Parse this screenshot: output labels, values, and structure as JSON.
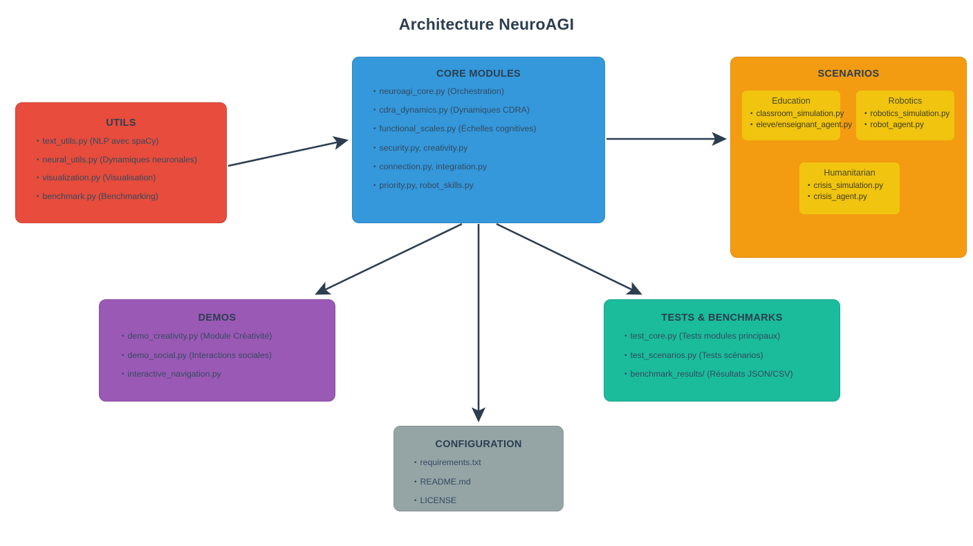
{
  "title": "Architecture NeuroAGI",
  "colors": {
    "utils": "#e74c3c",
    "core": "#3498db",
    "scenarios": "#f39c12",
    "subnode": "#f1c40f",
    "demos": "#9b59b6",
    "tests": "#1abc9c",
    "config": "#95a5a6",
    "edge": "#2c3e50",
    "dashed_edge": "#d8d8d0",
    "title_text": "#2c3e50"
  },
  "nodes": {
    "utils": {
      "title": "UTILS",
      "items": [
        "text_utils.py (NLP avec spaCy)",
        "neural_utils.py (Dynamiques neuronales)",
        "visualization.py (Visualisation)",
        "benchmark.py (Benchmarking)"
      ]
    },
    "core": {
      "title": "CORE MODULES",
      "items": [
        "neuroagi_core.py (Orchestration)",
        "cdra_dynamics.py (Dynamiques CDRA)",
        "functional_scales.py (Échelles cognitives)",
        "security.py, creativity.py",
        "connection.py, integration.py",
        "priority.py, robot_skills.py"
      ]
    },
    "scenarios": {
      "title": "SCENARIOS",
      "subnodes": [
        {
          "title": "Education",
          "items": [
            "classroom_simulation.py",
            "eleve/enseignant_agent.py"
          ]
        },
        {
          "title": "Robotics",
          "items": [
            "robotics_simulation.py",
            "robot_agent.py"
          ]
        },
        {
          "title": "Humanitarian",
          "items": [
            "crisis_simulation.py",
            "crisis_agent.py"
          ]
        }
      ]
    },
    "demos": {
      "title": "DEMOS",
      "items": [
        "demo_creativity.py (Module Créativité)",
        "demo_social.py (Interactions sociales)",
        "interactive_navigation.py"
      ]
    },
    "tests": {
      "title": "TESTS & BENCHMARKS",
      "items": [
        "test_core.py (Tests modules principaux)",
        "test_scenarios.py (Tests scénarios)",
        "benchmark_results/ (Résultats JSON/CSV)"
      ]
    },
    "config": {
      "title": "CONFIGURATION",
      "items": [
        "requirements.txt",
        "README.md",
        "LICENSE"
      ]
    }
  },
  "edges": [
    {
      "name": "utils-to-core",
      "from": "utils",
      "to": "core",
      "style": "solid"
    },
    {
      "name": "core-to-scenarios",
      "from": "core",
      "to": "scenarios",
      "style": "solid"
    },
    {
      "name": "core-to-demos",
      "from": "core",
      "to": "demos",
      "style": "solid"
    },
    {
      "name": "core-to-config",
      "from": "core",
      "to": "config",
      "style": "solid"
    },
    {
      "name": "core-to-tests",
      "from": "core",
      "to": "tests",
      "style": "solid"
    },
    {
      "name": "humanitarian-to-education",
      "from": "humanitarian",
      "to": "education",
      "style": "dashed"
    },
    {
      "name": "humanitarian-to-robotics",
      "from": "humanitarian",
      "to": "robotics",
      "style": "dashed"
    }
  ]
}
